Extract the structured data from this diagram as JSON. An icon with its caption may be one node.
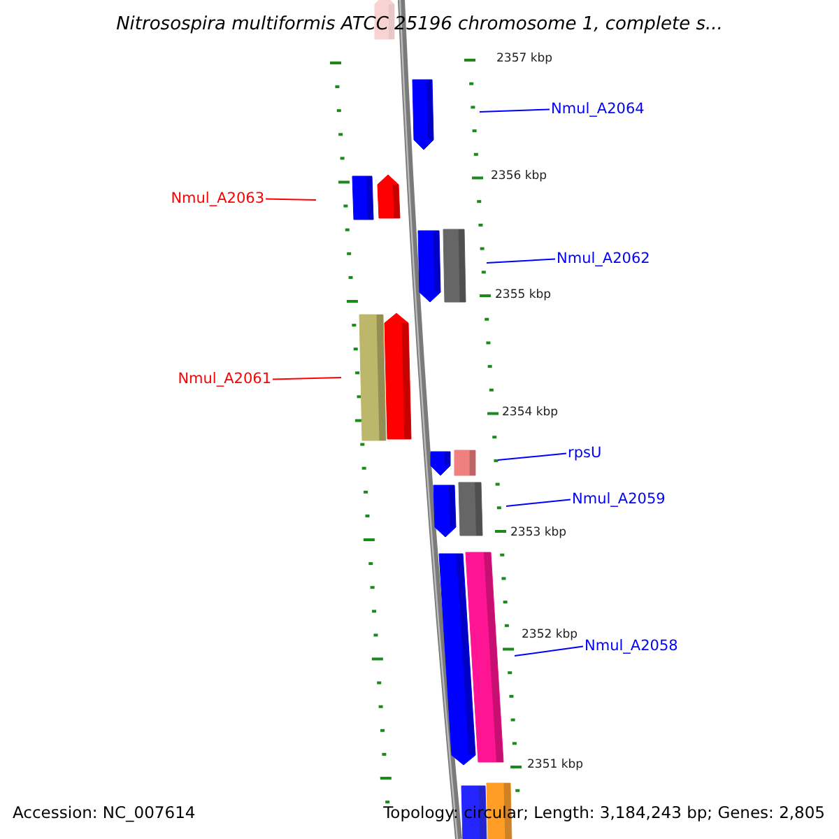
{
  "diagram": {
    "title": "Nitrosospira multiformis ATCC 25196 chromosome 1, complete s...",
    "nodes": [
      {
        "text": [
          "Nmul_A2064"
        ]
      },
      {
        "text": [
          "Nmul_A2063"
        ]
      },
      {
        "text": [
          "Nmul_A2062"
        ]
      },
      {
        "text": [
          "Nmul_A2061"
        ]
      },
      {
        "text": [
          "rpsU"
        ]
      },
      {
        "text": [
          "Nmul_A2059"
        ]
      },
      {
        "text": [
          "Nmul_A2058"
        ]
      }
    ],
    "edges": [
      {
        "from": 0,
        "to": null,
        "arrow": "none"
      },
      {
        "from": 1,
        "to": null,
        "arrow": "none",
        "color": "#ff0000"
      },
      {
        "from": 2,
        "to": null,
        "arrow": "none"
      },
      {
        "from": 3,
        "to": null,
        "arrow": "none",
        "color": "#ff0000"
      },
      {
        "from": 4,
        "to": null,
        "arrow": "none"
      },
      {
        "from": 5,
        "to": null,
        "arrow": "none"
      },
      {
        "from": 6,
        "to": null,
        "arrow": "none"
      }
    ],
    "labels": [
      "2357 kbp",
      "2356 kbp",
      "2355 kbp",
      "2354 kbp",
      "2353 kbp",
      "2352 kbp",
      "2351 kbp",
      "Accession: NC_007614",
      "Topology: circular; Length: 3,184,243 bp; Genes: 2,805"
    ]
  }
}
